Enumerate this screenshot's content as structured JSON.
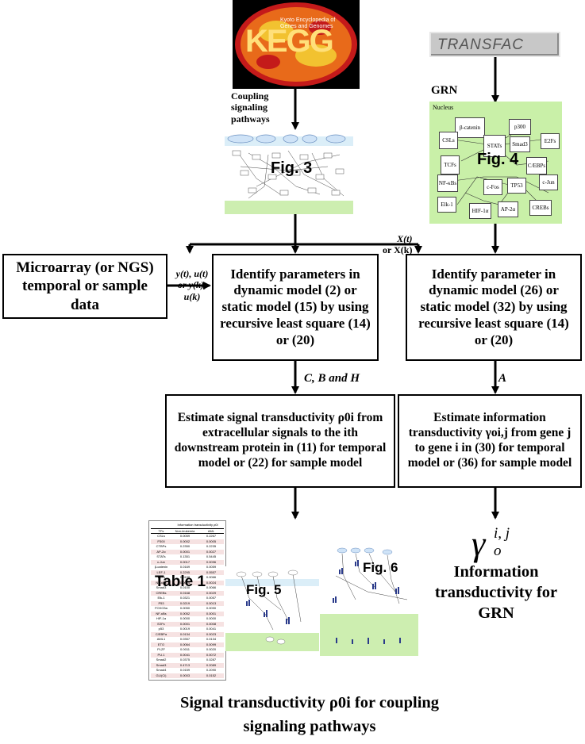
{
  "kegg_logo": {
    "big": "KEGG",
    "small": "Kyoto Encyclopedia of Genes and Genomes"
  },
  "transfac_logo": "TRANSFAC",
  "labels": {
    "coupling": "Coupling signaling pathways",
    "grn": "GRN",
    "nucleus": "Nucleus",
    "xt": "X(t)",
    "xk": "or X(k)",
    "yt": "y(t), u(t)",
    "yk": "or y(k),",
    "uk": "u(k)",
    "cbh": "C, B and H",
    "a": "A"
  },
  "figures": {
    "fig3": "Fig. 3",
    "fig4": "Fig. 4",
    "fig5": "Fig. 5",
    "fig6": "Fig. 6",
    "table1": "Table 1"
  },
  "boxes": {
    "microarray": "Microarray (or NGS) temporal or sample data",
    "identify_left": "Identify parameters in dynamic model (2) or static model (15) by using recursive least square (14) or (20)",
    "identify_right": "Identify parameter in dynamic model (26) or static model (32) by using recursive least square (14) or (20)",
    "estimate_left": "Estimate signal transductivity ρ0i from extracellular signals to the ith downstream protein in (11) for temporal model or (22) for sample model",
    "estimate_right": "Estimate information transductivity γoi,j from gene j to gene i in (30) for temporal model or (36) for sample model"
  },
  "grn_nodes": [
    "β-catenin",
    "p300",
    "CSLs",
    "STATs",
    "Smad3",
    "E2Fs",
    "TCFs",
    "C/EBPs",
    "NF-κBs",
    "c-Fos",
    "TP53",
    "c-Jun",
    "Elk-1",
    "HIF-1α",
    "AP-2α",
    "CREBs"
  ],
  "table": {
    "header_group": "Information transductivity ρ0i",
    "columns": [
      "TFs",
      "Non-leukemia",
      "AML"
    ],
    "rows": [
      [
        "CSLs",
        "0.0059",
        "0.2267"
      ],
      [
        "P300",
        "0.0002",
        "0.0005"
      ],
      [
        "CTBPs",
        "0.2350",
        "0.2235"
      ],
      [
        "AP-2α",
        "0.0001",
        "0.0027"
      ],
      [
        "STATs",
        "0.1351",
        "0.5445"
      ],
      [
        "c-Jun",
        "0.0017",
        "0.0096"
      ],
      [
        "β-catenin",
        "0.0169",
        "0.0059"
      ],
      [
        "LEF-1",
        "0.2295",
        "0.0557"
      ],
      [
        "TCFs",
        "0.0198",
        "0.0066"
      ],
      [
        "NF-κBs",
        "0.0024",
        "0.0024"
      ],
      [
        "Smad3",
        "0.0100",
        "0.0066"
      ],
      [
        "CREBs",
        "0.0168",
        "0.0029"
      ],
      [
        "Elk-1",
        "0.0321",
        "0.0057"
      ],
      [
        "P53",
        "0.0219",
        "0.0013"
      ],
      [
        "FOXO3a",
        "0.0050",
        "0.0090"
      ],
      [
        "NF-κBs",
        "0.0052",
        "0.0001"
      ],
      [
        "HIF-1α",
        "0.0000",
        "0.0000"
      ],
      [
        "E2Fs",
        "0.0001",
        "0.0008"
      ],
      [
        "p53",
        "0.0019",
        "0.0041"
      ],
      [
        "C/EBPα",
        "0.0134",
        "0.0023"
      ],
      [
        "AML1",
        "0.0357",
        "0.0134"
      ],
      [
        "ETO",
        "0.0064",
        "0.0099"
      ],
      [
        "PLZF",
        "0.0011",
        "0.0020"
      ],
      [
        "PU.1",
        "0.0041",
        "0.0072"
      ],
      [
        "Smad2",
        "0.0375",
        "0.0287"
      ],
      [
        "Smad3",
        "0.4713",
        "0.2089"
      ],
      [
        "Smad4",
        "0.0159",
        "0.2090"
      ],
      [
        "GLI(Ci)",
        "0.0003",
        "0.0152"
      ]
    ]
  },
  "gamma": {
    "symbol": "γ",
    "sup": "i, j",
    "sub": "o"
  },
  "info_out": "Information transductivity for GRN",
  "signal_out": "Signal transductivity ρ0i for coupling signaling pathways"
}
